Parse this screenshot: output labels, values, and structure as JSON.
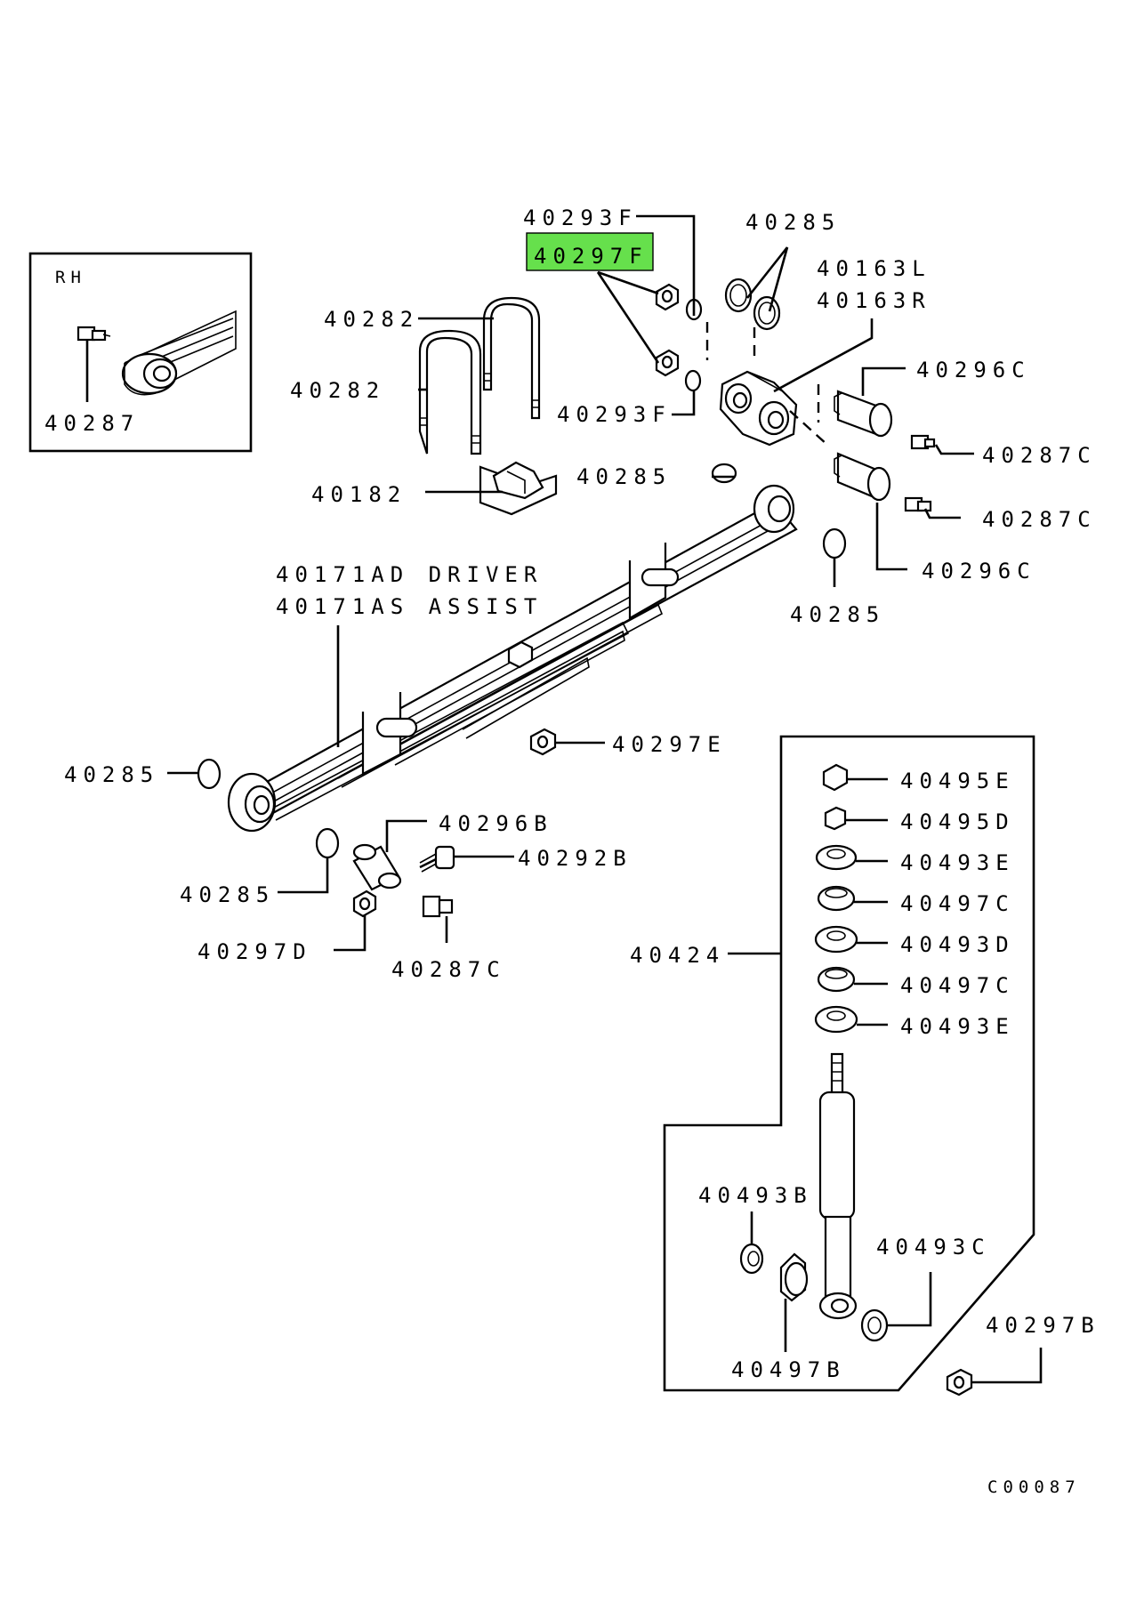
{
  "diagram_id": "C00087",
  "highlight_color": "#66e04c",
  "inset": {
    "title": "RH",
    "part": "40287"
  },
  "labels": {
    "p40293F_top": "40293F",
    "p40297F": "40297F",
    "p40285_top": "40285",
    "p40163L": "40163L",
    "p40163R": "40163R",
    "p40282_a": "40282",
    "p40282_b": "40282",
    "p40296C_top": "40296C",
    "p40293F_bot": "40293F",
    "p40287C_a": "40287C",
    "p40285_mid": "40285",
    "p40182": "40182",
    "p40287C_b": "40287C",
    "p40171AD": "40171AD DRIVER",
    "p40171AS": "40171AS ASSIST",
    "p40296C_bot": "40296C",
    "p40285_right": "40285",
    "p40297E": "40297E",
    "p40285_left": "40285",
    "p40296B": "40296B",
    "p40292B": "40292B",
    "p40285_low": "40285",
    "p40297D": "40297D",
    "p40287C_c": "40287C",
    "p40424": "40424",
    "p40495E": "40495E",
    "p40495D": "40495D",
    "p40493E_a": "40493E",
    "p40497C_a": "40497C",
    "p40493D": "40493D",
    "p40497C_b": "40497C",
    "p40493E_b": "40493E",
    "p40493B": "40493B",
    "p40493C": "40493C",
    "p40497B": "40497B",
    "p40297B": "40297B"
  }
}
